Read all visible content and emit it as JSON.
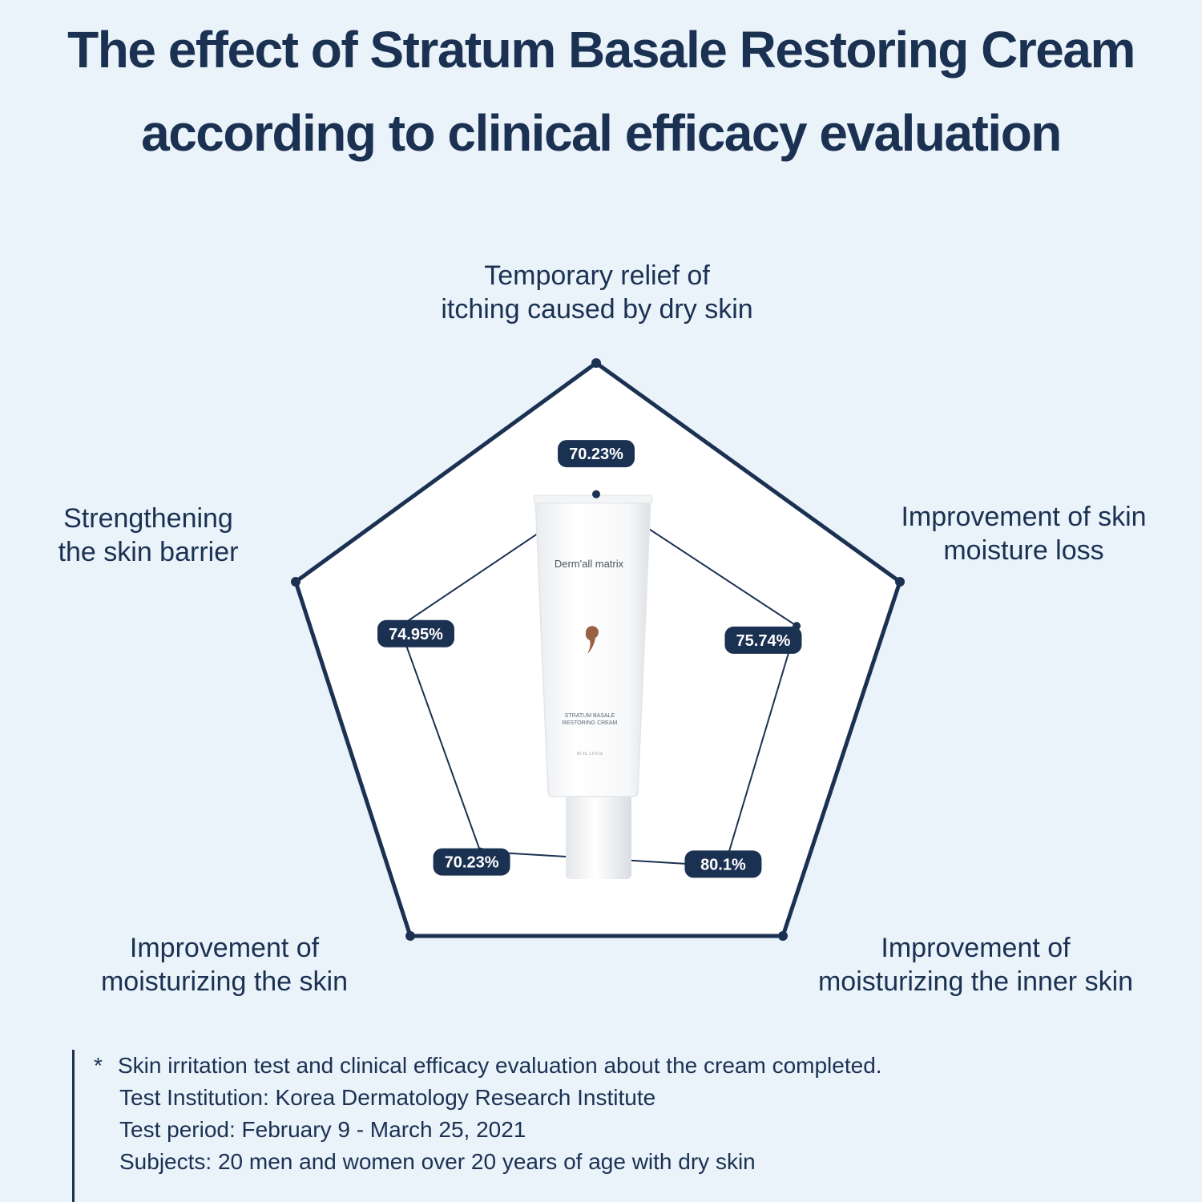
{
  "title": {
    "line1": "The effect of Stratum Basale Restoring Cream",
    "line2": "according to clinical efficacy evaluation"
  },
  "chart_data": {
    "type": "radar",
    "categories": [
      "Temporary relief of itching caused by dry skin",
      "Improvement of skin moisture loss",
      "Improvement of moisturizing the inner skin",
      "Improvement of moisturizing the skin",
      "Strengthening the skin barrier"
    ],
    "category_lines": [
      [
        "Temporary relief of",
        "itching caused by dry skin"
      ],
      [
        "Improvement of skin",
        "moisture loss"
      ],
      [
        "Improvement of",
        "moisturizing the inner skin"
      ],
      [
        "Improvement of",
        "moisturizing the skin"
      ],
      [
        "Strengthening",
        "the skin barrier"
      ]
    ],
    "values": [
      70.23,
      75.74,
      80.1,
      70.23,
      74.95
    ],
    "value_labels": [
      "70.23%",
      "75.74%",
      "80.1%",
      "70.23%",
      "74.95%"
    ],
    "unit": "%",
    "range": [
      0,
      100
    ],
    "colors": {
      "outline": "#1b3152",
      "fill": "#ffffff",
      "badge": "#1b3152",
      "badge_text": "#ffffff"
    }
  },
  "product": {
    "brand": "Derm'all matrix",
    "name_line1": "STRATUM BASALE",
    "name_line2": "RESTORING CREAM",
    "volume": "50 mL 1.6 fl.oz"
  },
  "footnote": {
    "star": "*",
    "line1": "Skin irritation test and clinical efficacy evaluation about the cream completed.",
    "line2": "Test Institution: Korea Dermatology Research Institute",
    "line3": "Test period: February 9 - March 25, 2021",
    "line4": "Subjects: 20 men and women over 20 years of age with dry skin"
  }
}
